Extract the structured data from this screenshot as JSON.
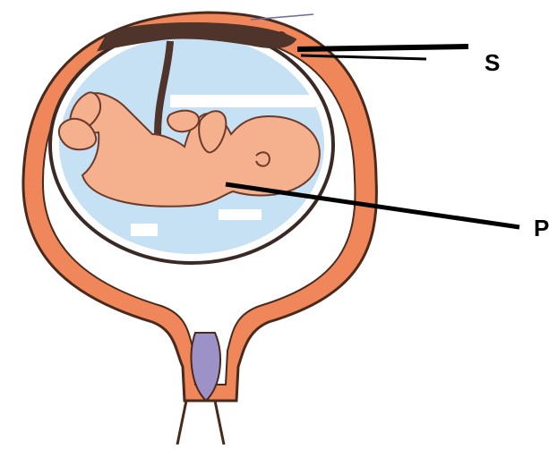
{
  "labels": {
    "s": "S",
    "p": "P"
  },
  "colors": {
    "uterus_wall": "#f0875a",
    "uterus_outline": "#4a2a1c",
    "cavity": "#ffffff",
    "amniotic_fluid": "#c6e0f4",
    "amnion_outline": "#3a2a26",
    "placenta": "#4e342a",
    "fetus_skin": "#f5b08e",
    "fetus_outline": "#6b3a2a",
    "cervix_plug": "#9d92c8",
    "pointer": "#000000"
  },
  "icons": {
    "uterus": "uterus-diagram",
    "fetus": "fetus-diagram",
    "placenta": "placenta-diagram",
    "umbilical_cord": "umbilical-cord"
  }
}
